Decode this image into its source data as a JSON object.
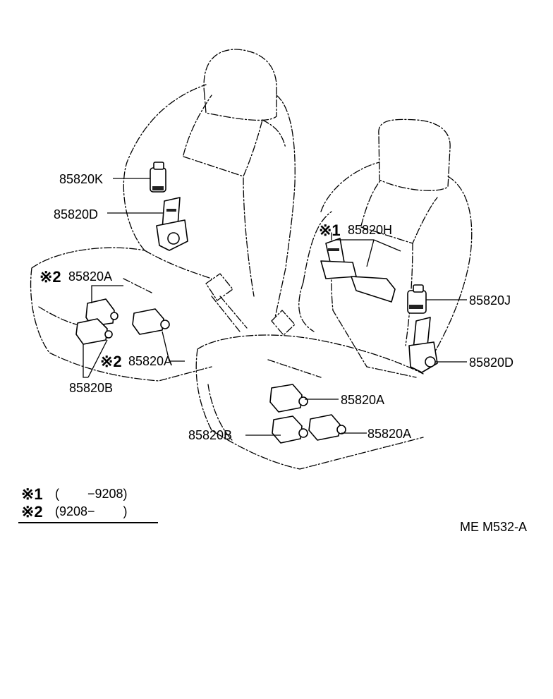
{
  "labels": {
    "k_left": "85820K",
    "d_left": "85820D",
    "a_left_top": "85820A",
    "a_left_bottom": "85820A",
    "b_left": "85820B",
    "h_right": "85820H",
    "j_right": "85820J",
    "d_right": "85820D",
    "a_right_top": "85820A",
    "b_right": "85820B",
    "a_right_bottom": "85820A"
  },
  "marks": {
    "mark1": "※1",
    "mark2": "※2"
  },
  "legend": {
    "row1_mark": "※1",
    "row1_text": "(        −9208)",
    "row2_mark": "※2",
    "row2_text": "(9208−        )"
  },
  "figure_code": "ME M532-A"
}
